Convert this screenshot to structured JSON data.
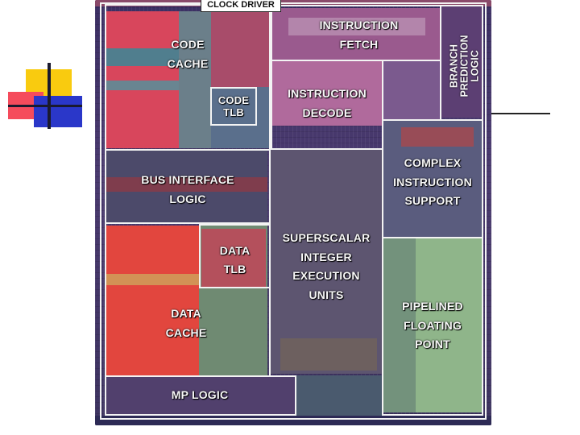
{
  "die_labels": {
    "clock_driver": "CLOCK DRIVER",
    "instruction_fetch": "INSTRUCTION\nFETCH",
    "branch_prediction": "BRANCH\nPREDICTION\nLOGIC",
    "code_cache": "CODE\nCACHE",
    "code_tlb": "CODE\nTLB",
    "instruction_decode": "INSTRUCTION\nDECODE",
    "complex_instruction_support": "COMPLEX\nINSTRUCTION\nSUPPORT",
    "bus_interface_logic": "BUS INTERFACE\nLOGIC",
    "data_tlb": "DATA\nTLB",
    "superscalar_integer_execution_units": "SUPERSCALAR\nINTEGER\nEXECUTION\nUNITS",
    "data_cache": "DATA\nCACHE",
    "pipelined_floating_point": "PIPELINED\nFLOATING\nPOINT",
    "mp_logic": "MP LOGIC"
  },
  "colors": {
    "decor_yellow": "#f9cb0f",
    "decor_red": "#f54b5c",
    "decor_blue": "#2a37c9",
    "code_cache_red": "#e0485c",
    "data_cache_red": "#e2463e",
    "fpu_green": "#8fb58a",
    "decode_pink": "#b06a9c",
    "divider_white": "#f3f3f3"
  }
}
